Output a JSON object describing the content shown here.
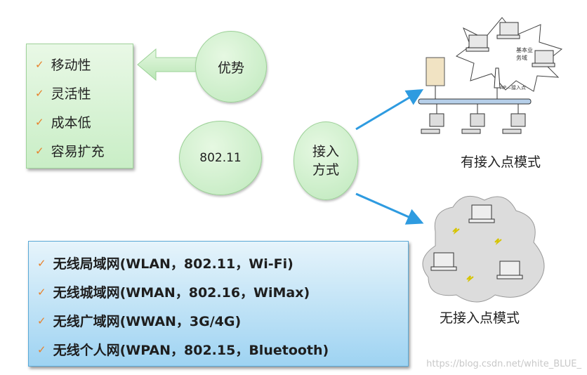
{
  "advantages": {
    "title": "优势",
    "items": [
      "移动性",
      "灵活性",
      "成本低",
      "容易扩充"
    ]
  },
  "standard": "802.11",
  "access": {
    "title_line1": "接入",
    "title_line2": "方式"
  },
  "modes": {
    "with_ap": "有接入点模式",
    "without_ap": "无接入点模式",
    "bss_label_1": "基本业",
    "bss_label_2": "务域",
    "ap_label": "AP—接入点"
  },
  "networks": [
    "无线局域网(WLAN，802.11，Wi-Fi)",
    "无线城域网(WMAN，802.16，WiMax)",
    "无线广域网(WWAN，3G/4G)",
    "无线个人网(WPAN，802.15，Bluetooth)"
  ],
  "watermark": "https://blog.csdn.net/white_BLUE_",
  "colors": {
    "check": "#e8812a",
    "arrow": "#2e9be0",
    "green": "#c9eec6",
    "blue": "#9ed3f2"
  }
}
